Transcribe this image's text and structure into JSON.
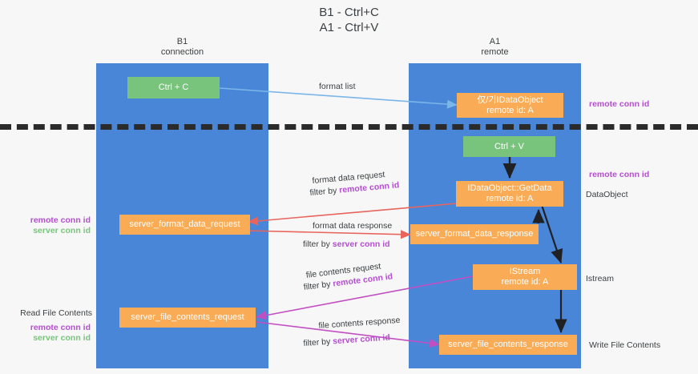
{
  "diagram": {
    "title": "B1 - Ctrl+C\nA1 - Ctrl+V",
    "type": "sequence-swimlane",
    "lanes": [
      {
        "id": "b1",
        "label": "B1\nconnection",
        "color": "#4a86d8"
      },
      {
        "id": "a1",
        "label": "A1\nremote",
        "color": "#4a86d8"
      }
    ],
    "colors": {
      "lane": "#4a86d8",
      "green_box": "#79c47c",
      "orange_box": "#f9ab55",
      "purple_text": "#b44fd0",
      "green_text": "#79c47c",
      "blue_arrow": "#7ab6e8",
      "red_arrow": "#e8645c",
      "magenta_arrow": "#c24fc2",
      "black_arrow": "#202124",
      "divider": "#2b2b2b",
      "background": "#f7f7f7",
      "text": "#3c4043"
    },
    "nodes": [
      {
        "id": "ctrl-c",
        "label": "Ctrl + C",
        "lane": "b1",
        "style": "green"
      },
      {
        "id": "idataobject-top",
        "label": "仅/기IDataObject\nremote id: A",
        "lane": "a1",
        "style": "orange"
      },
      {
        "id": "ctrl-v",
        "label": "Ctrl + V",
        "lane": "a1",
        "style": "green"
      },
      {
        "id": "idataobject-getdata",
        "label": "IDataObject::GetData\nremote id: A",
        "lane": "a1",
        "style": "orange"
      },
      {
        "id": "server-format-data-request",
        "label": "server_format_data_request",
        "lane": "b1",
        "style": "orange"
      },
      {
        "id": "server-format-data-response",
        "label": "server_format_data_response",
        "lane": "a1",
        "style": "orange"
      },
      {
        "id": "istream",
        "label": "IStream\nremote id: A",
        "lane": "a1",
        "style": "orange"
      },
      {
        "id": "server-file-contents-request",
        "label": "server_file_contents_request",
        "lane": "b1",
        "style": "orange"
      },
      {
        "id": "server-file-contents-response",
        "label": "server_file_contents_response",
        "lane": "a1",
        "style": "orange"
      }
    ],
    "edge_labels": {
      "format_list": "format list",
      "format_data_request": "format data request",
      "format_data_request_filter_prefix": "filter by ",
      "format_data_request_filter_key": "remote conn id",
      "format_data_response": "format data response",
      "format_data_response_filter_prefix": "filter by ",
      "format_data_response_filter_key": "server conn id",
      "file_contents_request": "file contents request",
      "file_contents_request_filter_prefix": "filter by ",
      "file_contents_request_filter_key": "remote conn id",
      "file_contents_response": "file contents response",
      "file_contents_response_filter_prefix": "filter by ",
      "file_contents_response_filter_key": "server conn id"
    },
    "annotations": {
      "right_remote_conn_id_top": "remote conn id",
      "right_remote_conn_id_mid": "remote conn id",
      "right_dataobject": "DataObject",
      "right_istream": "Istream",
      "right_write_file_contents": "Write File Contents",
      "left_remote_conn_id_mid": "remote conn id",
      "left_server_conn_id_mid": "server conn id",
      "left_read_file_contents": "Read File Contents",
      "left_remote_conn_id_bottom": "remote conn id",
      "left_server_conn_id_bottom": "server conn id"
    }
  }
}
